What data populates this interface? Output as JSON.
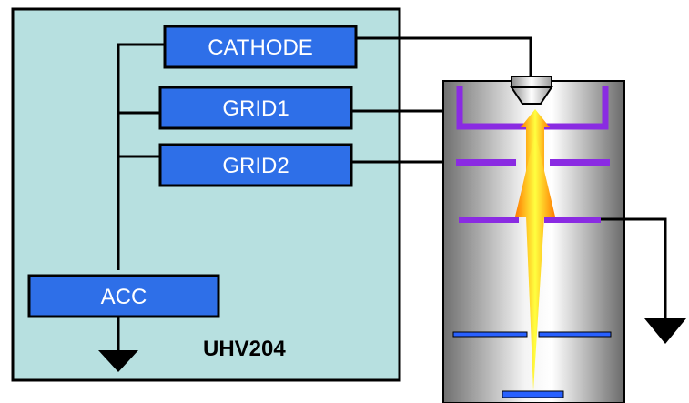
{
  "colors": {
    "panel_fill": "#b7e0e0",
    "box_fill": "#2e6fe8",
    "electrode": "#8a2be2",
    "beam_core": "#ffff33",
    "beam_outer": "#ff8c00",
    "lens": "#2860ff"
  },
  "supply": {
    "cathode_label": "CATHODE",
    "grid1_label": "GRID1",
    "grid2_label": "GRID2",
    "acc_label": "ACC",
    "device_label": "UHV204"
  },
  "icons": {
    "ground_left": "ground-arrow-icon",
    "ground_right": "ground-arrow-icon",
    "cathode": "cathode-icon"
  }
}
